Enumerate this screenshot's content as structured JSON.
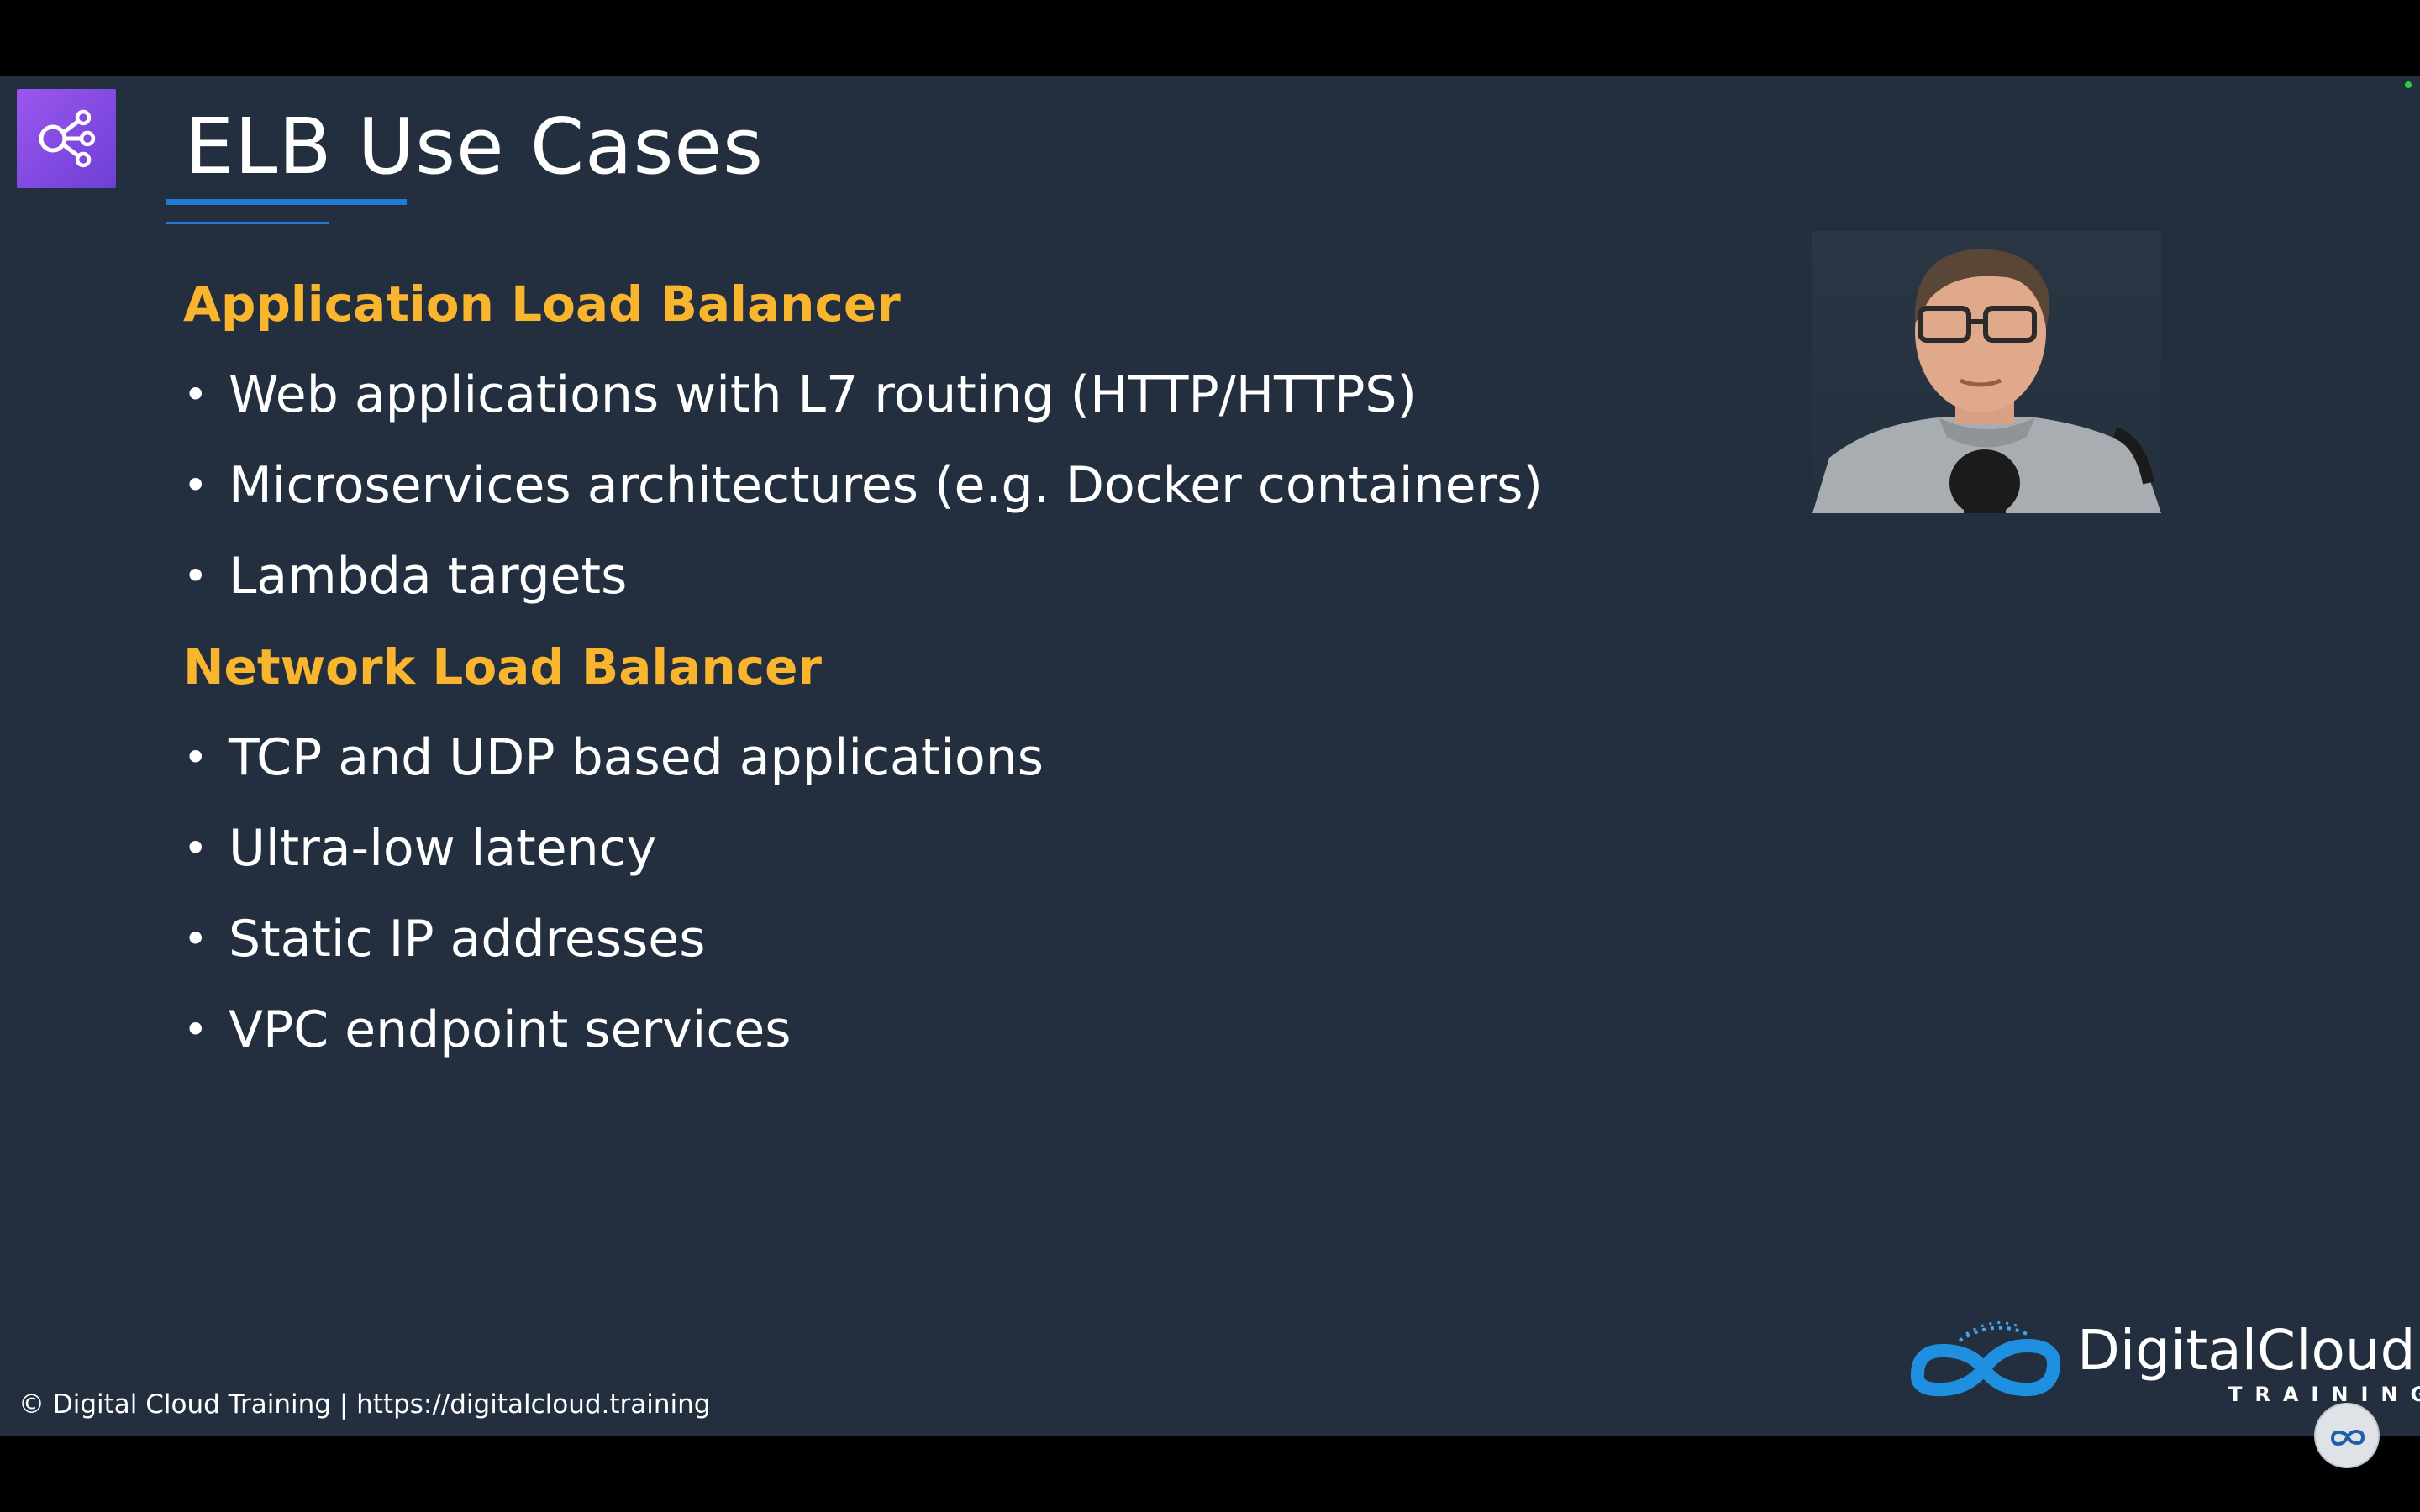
{
  "slide": {
    "icon": "elb-network-icon",
    "title": "ELB Use Cases",
    "sections": [
      {
        "heading": "Application Load Balancer",
        "items": [
          "Web applications with L7 routing (HTTP/HTTPS)",
          "Microservices architectures (e.g. Docker containers)",
          "Lambda targets"
        ]
      },
      {
        "heading": "Network Load Balancer",
        "items": [
          "TCP and UDP based applications",
          "Ultra-low latency",
          "Static IP addresses",
          "VPC endpoint services"
        ]
      }
    ],
    "footer": "© Digital Cloud Training  | https://digitalcloud.training",
    "logo": {
      "name": "DigitalCloud",
      "tagline": "TRAINING"
    }
  },
  "colors": {
    "background": "#232f3e",
    "heading_accent": "#f8b52d",
    "rule_accent": "#1f7ad8",
    "icon_purple": "#8c4fff",
    "text": "#ffffff"
  }
}
